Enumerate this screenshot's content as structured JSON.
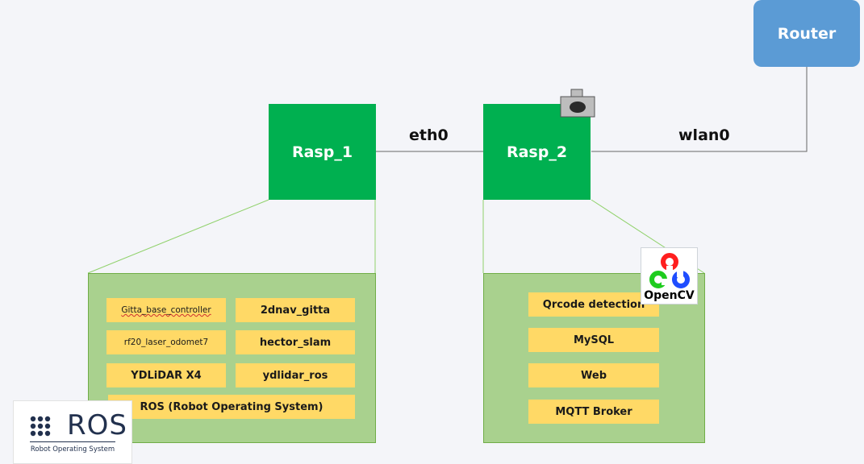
{
  "nodes": {
    "router": "Router",
    "rasp_1": "Rasp_1",
    "rasp_2": "Rasp_2"
  },
  "links": {
    "eth": "eth0",
    "wlan": "wlan0"
  },
  "rasp_1_modules": [
    "Gitta_base_controller",
    "2dnav_gitta",
    "rf20_laser_odomet7",
    "hector_slam",
    "YDLiDAR X4",
    "ydlidar_ros",
    "ROS (Robot Operating System)"
  ],
  "rasp_2_modules": [
    "Qrcode detection",
    "MySQL",
    "Web",
    "MQTT Broker"
  ],
  "logos": {
    "opencv": "OpenCV",
    "ros_word": "ROS",
    "ros_tagline": "Robot Operating System"
  },
  "colors": {
    "router": "#5b9bd5",
    "rasp": "#00b050",
    "panel": "#a9d18e",
    "module": "#ffd966"
  },
  "icons": {
    "camera": "camera-icon"
  }
}
